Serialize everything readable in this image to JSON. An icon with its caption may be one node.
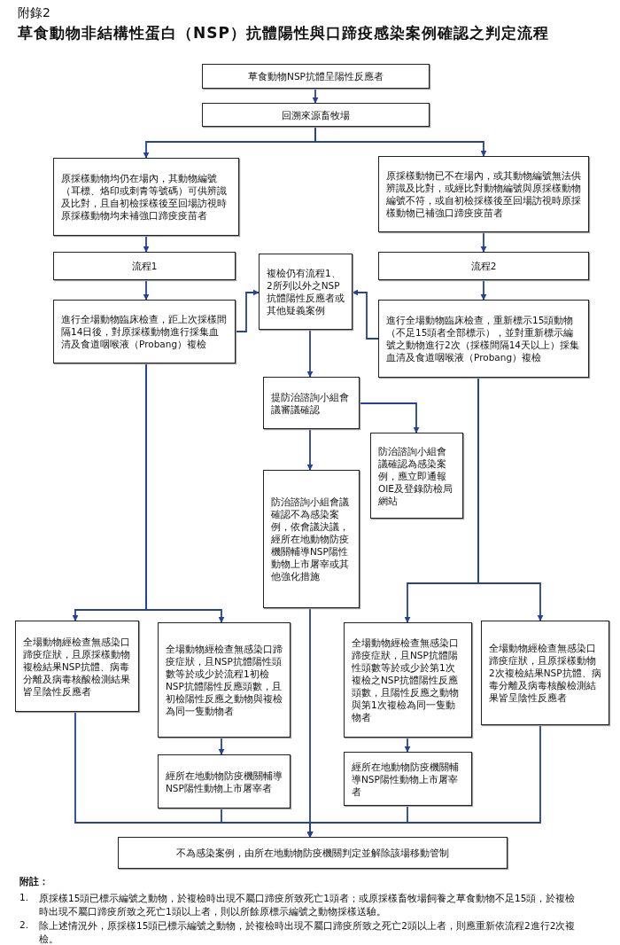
{
  "diagram": {
    "title": "草食動物非結構性蛋白（NSP）抗體陽性與口蹄疫感染案例確認之判定流程",
    "nodes": [
      {
        "text": [
          "草食動物NSP抗體呈陽性反應者"
        ]
      },
      {
        "text": [
          "回溯來源畜牧場"
        ]
      },
      {
        "text": [
          "原採樣動物均仍在場內，其動物編號（耳標、烙印或刺青等號碼）可供辨識及比對，且自初檢採樣後至回場訪視時原採樣動物均未補強口蹄疫疫苗者"
        ]
      },
      {
        "text": [
          "原採樣動物已不在場內，或其動物編號無法供辨識及比對，或經比對動物編號與原採樣動物編號不符，或自初檢採樣後至回場訪視時原採樣動物已補強口蹄疫疫苗者"
        ]
      },
      {
        "text": [
          "流程1"
        ]
      },
      {
        "text": [
          "流程2"
        ]
      },
      {
        "text": [
          "複檢仍有流程1、2所列以外之NSP抗體陽性反應者或其他疑義案例"
        ]
      },
      {
        "text": [
          "進行全場動物臨床檢查，距上次採樣間隔14日後，對原採樣動物進行採集血清及食道咽喉液（Probang）複檢"
        ]
      },
      {
        "text": [
          "進行全場動物臨床檢查，重新標示15頭動物（不足15頭者全部標示），並對重新標示編號之動物進行2次（採樣間隔14天以上）採集血清及食道咽喉液（Probang）複檢"
        ]
      },
      {
        "text": [
          "提防治諮詢小組會議審議確認"
        ]
      },
      {
        "text": [
          "防治諮詢小組會議確認為感染案例，應立即通報OIE及登錄防檢局網站"
        ]
      },
      {
        "text": [
          "防治諮詢小組會議確認不為感染案例，依會議決議，經所在地動物防疫機關輔導NSP陽性動物上市屠宰或其他強化措施"
        ]
      },
      {
        "text": [
          "全場動物經檢查無感染口蹄疫症狀，且原採樣動物複檢結果NSP抗體、病毒分離及病毒核酸檢測結果皆呈陰性反應者"
        ]
      },
      {
        "text": [
          "全場動物經檢查無感染口蹄疫症狀，且NSP抗體陽性頭數等於或少於流程1初檢NSP抗體陽性反應頭數，且初檢陽性反應之動物與複檢為同一隻動物者"
        ]
      },
      {
        "text": [
          "經所在地動物防疫機關輔導NSP陽性動物上市屠宰者"
        ]
      },
      {
        "text": [
          "全場動物經檢查無感染口蹄疫症狀，且NSP抗體陽性頭數等於或少於第1次複檢之NSP抗體陽性反應頭數，且陽性反應之動物與第1次複檢為同一隻動物者"
        ]
      },
      {
        "text": [
          "經所在地動物防疫機關輔導NSP陽性動物上市屠宰者"
        ]
      },
      {
        "text": [
          "全場動物經檢查無感染口蹄疫症狀，且原採樣動物2次複檢結果NSP抗體、病毒分離及病毒核酸檢測結果皆呈陰性反應者"
        ]
      },
      {
        "text": [
          "不為感染案例，由所在地動物防疫機關判定並解除該場移動管制"
        ]
      }
    ],
    "edges": [
      {
        "from": 0,
        "to": 1,
        "arrow": "to"
      },
      {
        "from": 1,
        "to": 2,
        "arrow": "to"
      },
      {
        "from": 1,
        "to": 3,
        "arrow": "to"
      },
      {
        "from": 2,
        "to": 4,
        "arrow": "to"
      },
      {
        "from": 3,
        "to": 5,
        "arrow": "to"
      },
      {
        "from": 4,
        "to": 7,
        "arrow": "to"
      },
      {
        "from": 5,
        "to": 8,
        "arrow": "to"
      },
      {
        "from": 7,
        "to": 6,
        "arrow": "to"
      },
      {
        "from": 8,
        "to": 6,
        "arrow": "to"
      },
      {
        "from": 6,
        "to": 9,
        "arrow": "to"
      },
      {
        "from": 9,
        "to": 10,
        "arrow": "to"
      },
      {
        "from": 9,
        "to": 11,
        "arrow": "to"
      },
      {
        "from": 7,
        "to": 12,
        "arrow": "to"
      },
      {
        "from": 7,
        "to": 13,
        "arrow": "to"
      },
      {
        "from": 8,
        "to": 15,
        "arrow": "to"
      },
      {
        "from": 8,
        "to": 17,
        "arrow": "to"
      },
      {
        "from": 13,
        "to": 14,
        "arrow": "to"
      },
      {
        "from": 15,
        "to": 16,
        "arrow": "to"
      },
      {
        "from": 11,
        "to": 18,
        "arrow": "to"
      },
      {
        "from": 12,
        "to": 18,
        "arrow": "to"
      },
      {
        "from": 14,
        "to": 18,
        "arrow": "to"
      },
      {
        "from": 16,
        "to": 18,
        "arrow": "to"
      },
      {
        "from": 17,
        "to": 18,
        "arrow": "to"
      }
    ],
    "labels": [
      "附錄2",
      "附註：",
      "1.",
      "原採樣15頭已標示編號之動物，於複檢時出現不屬口蹄疫所致死亡1頭者；或原採樣畜牧場飼養之草食動物不足15頭，於複檢時出現不屬口蹄疫所致之死亡1頭以上者，則以所餘原標示編號之動物採樣送驗。",
      "2.",
      "除上述情況外，原採樣15頭已標示編號之動物，於複檢時出現不屬口蹄疫所致之死亡2頭以上者，則應重新依流程2進行2次複檢。"
    ]
  }
}
